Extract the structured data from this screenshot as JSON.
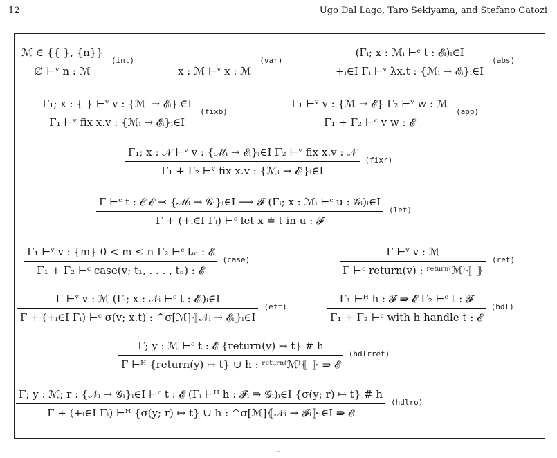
{
  "header": {
    "page_number": "12",
    "authors": "Ugo Dal Lago, Taro Sekiyama, and Stefano Catozi"
  },
  "rules": [
    {
      "id": "int",
      "premise": "ℳ ∈ {{ }, {n}}",
      "conclusion": "∅ ⊢ᵛ n : ℳ",
      "name": "(int)"
    },
    {
      "id": "var",
      "premise": "",
      "conclusion": "x : ℳ ⊢ᵛ x : ℳ",
      "name": "(var)"
    },
    {
      "id": "abs",
      "premise": "(Γᵢ; x : ℳᵢ ⊢ᶜ t : 𝓔ᵢ)ᵢ∈I",
      "conclusion": "+ᵢ∈I Γᵢ ⊢ᵛ λx.t : {ℳᵢ → 𝓔ᵢ}ᵢ∈I",
      "name": "(abs)"
    },
    {
      "id": "fixb",
      "premise": "Γ₁; x : { } ⊢ᵛ v : {ℳᵢ → 𝓔ᵢ}ᵢ∈I",
      "conclusion": "Γ₁ ⊢ᵛ fix x.v : {ℳᵢ → 𝓔ᵢ}ᵢ∈I",
      "name": "(fixb)"
    },
    {
      "id": "app",
      "premise": "Γ₁ ⊢ᵛ v : {ℳ → 𝓔}      Γ₂ ⊢ᵛ w : ℳ",
      "conclusion": "Γ₁ + Γ₂ ⊢ᶜ v w : 𝓔",
      "name": "(app)"
    },
    {
      "id": "fixr",
      "premise": "Γ₁; x : 𝒩 ⊢ᵛ v : {ℳᵢ → 𝓔ᵢ}ᵢ∈I      Γ₂ ⊢ᵛ fix x.v : 𝒩",
      "conclusion": "Γ₁ + Γ₂ ⊢ᵛ fix x.v : {ℳᵢ → 𝓔ᵢ}ᵢ∈I",
      "name": "(fixr)"
    },
    {
      "id": "let",
      "premise": "Γ ⊢ᶜ t : 𝓔      𝓔 ⤙ {ℳᵢ → 𝒢ᵢ}ᵢ∈I ⟶ 𝓕      (Γᵢ; x : ℳᵢ ⊢ᶜ u : 𝒢ᵢ)ᵢ∈I",
      "conclusion": "Γ + (+ᵢ∈I Γᵢ) ⊢ᶜ let x ≐ t in u : 𝓕",
      "name": "(let)"
    },
    {
      "id": "case",
      "premise": "Γ₁ ⊢ᵛ v : {m}      0 < m ≤ n      Γ₂ ⊢ᶜ tₘ : 𝓔",
      "conclusion": "Γ₁ + Γ₂ ⊢ᶜ case(v; t₁, . . . , tₙ) : 𝓔",
      "name": "(case)"
    },
    {
      "id": "ret",
      "premise": "Γ ⊢ᵛ v : ℳ",
      "conclusion": "Γ ⊢ᶜ return(v) : ʳᵉᵗᵘʳⁿ⁽ℳ⁾⦃ ⦄",
      "name": "(ret)"
    },
    {
      "id": "eff",
      "premise": "Γ ⊢ᵛ v : ℳ      (Γᵢ; x : 𝒩ᵢ ⊢ᶜ t : 𝓔ᵢ)ᵢ∈I",
      "conclusion": "Γ + (+ᵢ∈I Γᵢ) ⊢ᶜ σ(v; x.t) : ^σ[ℳ]⦃𝒩ᵢ → 𝓔ᵢ⦄ᵢ∈I",
      "name": "(eff)"
    },
    {
      "id": "hdl",
      "premise": "Γ₁ ⊢ᴴ h : 𝓕 ⇛ 𝓔      Γ₂ ⊢ᶜ t : 𝓕",
      "conclusion": "Γ₁ + Γ₂ ⊢ᶜ with h handle t : 𝓔",
      "name": "(hdl)"
    },
    {
      "id": "hdlr_ret",
      "premise": "Γ; y : ℳ ⊢ᶜ t : 𝓔      {return(y) ↦ t} # h",
      "conclusion": "Γ ⊢ᴴ {return(y) ↦ t} ∪ h : ʳᵉᵗᵘʳⁿ⁽ℳ⁾⦃ ⦄ ⇛ 𝓔",
      "name": "(hdlrret)"
    },
    {
      "id": "hdlr_sigma",
      "premise": "Γ; y : ℳ; r : {𝒩ᵢ → 𝒢ᵢ}ᵢ∈I ⊢ᶜ t : 𝓔      (Γᵢ ⊢ᴴ h : 𝓕ᵢ ⇛ 𝒢ᵢ)ᵢ∈I      {σ(y; r) ↦ t} # h",
      "conclusion": "Γ + (+ᵢ∈I Γᵢ) ⊢ᴴ {σ(y; r) ↦ t} ∪ h : ^σ[ℳ]⦃𝒩ᵢ → 𝓕ᵢ⦄ᵢ∈I ⇛ 𝓔",
      "name": "(hdlrσ)"
    }
  ],
  "footer": {
    "page_mark": "-"
  }
}
